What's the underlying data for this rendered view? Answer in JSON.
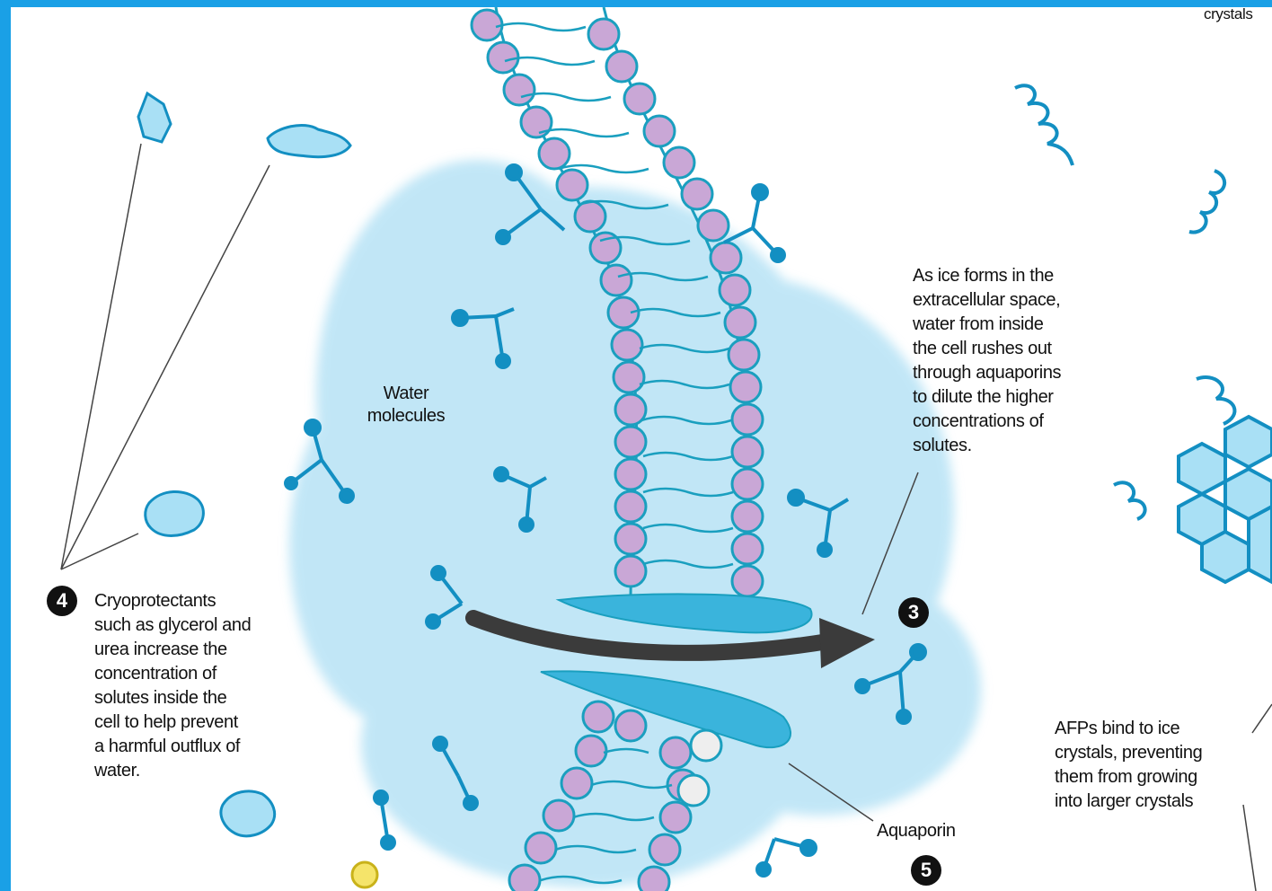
{
  "labels": {
    "crystals_fragment": "crystals",
    "water_molecules": "Water\nmolecules",
    "ice_forms": "As ice forms in the\nextracellular space,\nwater from inside\nthe cell rushes out\nthrough aquaporins\nto dilute the higher\nconcentrations of\nsolutes.",
    "cryoprotectants": "Cryoprotectants\nsuch as glycerol and\nurea increase the\nconcentration of\nsolutes inside the\ncell to help prevent\na harmful outflux of\nwater.",
    "afps": "AFPs bind to ice\ncrystals, preventing\nthem from growing\ninto larger crystals",
    "aquaporin": "Aquaporin"
  },
  "steps": {
    "four": "4",
    "three": "3",
    "five": "5"
  },
  "colors": {
    "frame": "#1aa0e6",
    "membrane": "#1a9fbf",
    "head_fill": "#c9a7d6",
    "water_cloud": "#8fd3f0",
    "molecule": "#138fc2",
    "arrow": "#3b3b3b"
  }
}
